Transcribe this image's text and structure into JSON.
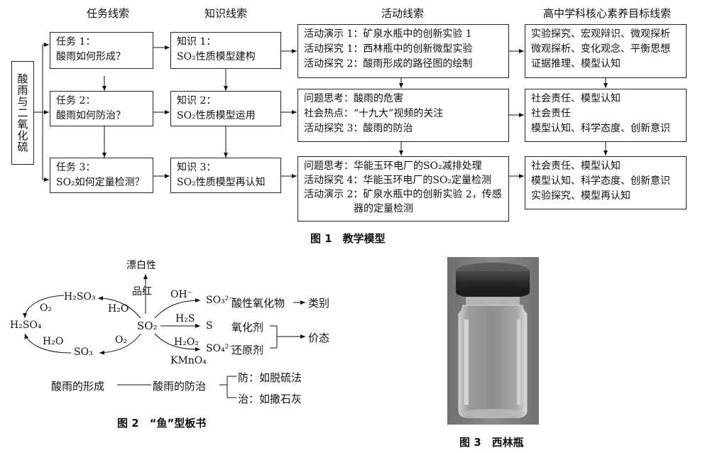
{
  "figure1": {
    "headers": [
      "任务线索",
      "知识线索",
      "活动线索",
      "高中学科核心素养目标线索"
    ],
    "side_label": "酸雨与二氧化硫",
    "tasks": [
      [
        "任务 1：",
        "酸雨如何形成？"
      ],
      [
        "任务 2：",
        "酸雨如何防治？"
      ],
      [
        "任务 3：",
        "SO₂如何定量检测？"
      ]
    ],
    "knowledge": [
      [
        "知识 1：",
        "SO₂性质模型建构"
      ],
      [
        "知识 2：",
        "SO₂性质模型运用"
      ],
      [
        "知识 3：",
        "SO₂性质模型再认知"
      ]
    ],
    "activities": [
      [
        "活动演示 1：矿泉水瓶中的创新实验 1",
        "活动探究 1：西林瓶中的创新微型实验",
        "活动探究 2：酸雨形成的路径图的绘制"
      ],
      [
        "问题思考：酸雨的危害",
        "社会热点：“十九大”视频的关注",
        "活动探究 3：酸雨的防治"
      ],
      [
        "问题思考：华能玉环电厂的SO₂减排处理",
        "活动探究 4：华能玉环电厂的SO₂定量检测",
        "活动演示 2：矿泉水瓶中的创新实验 2，传感",
        "　　　　　器的定量检测"
      ]
    ],
    "goals": [
      [
        "实验探究、宏观辩识、微观探析",
        "微观探析、变化观念、平衡思想",
        "证据推理、模型认知"
      ],
      [
        "社会责任、模型认知",
        "社会责任",
        "模型认知、科学态度、创新意识"
      ],
      [
        "社会责任、模型认知",
        "模型认知、科学态度、创新意识",
        "实验探究、模型再认知"
      ]
    ],
    "caption": "图 1　教学模型"
  },
  "figure2": {
    "bleach": "漂白性",
    "pinhong": "品红",
    "so2": "SO₂",
    "h2so3": "H₂SO₃",
    "h2so4": "H₂SO₄",
    "so3": "SO₃",
    "o2_top": "O₂",
    "h2o_top": "H₂O",
    "h2o_bottom": "H₂O",
    "o2_bottom": "O₂",
    "oh": "OH⁻",
    "so3_2minus": "SO₃²⁻",
    "acidic_oxide": "酸性氧化物",
    "category": "类别",
    "h2s": "H₂S",
    "s": "S",
    "oxidant": "氧化剂",
    "h2o2": "H₂O₂",
    "kmno4": "KMnO₄",
    "so4_2minus": "SO₄²⁻",
    "reductant": "还原剂",
    "valence": "价态",
    "acid_rain_formation": "酸雨的形成",
    "acid_rain_control": "酸雨的防治",
    "prevent": "防：如脱硫法",
    "treat": "治：如撒石灰",
    "caption": "图 2　“鱼”型板书"
  },
  "figure3": {
    "caption": "图 3　西林瓶"
  }
}
